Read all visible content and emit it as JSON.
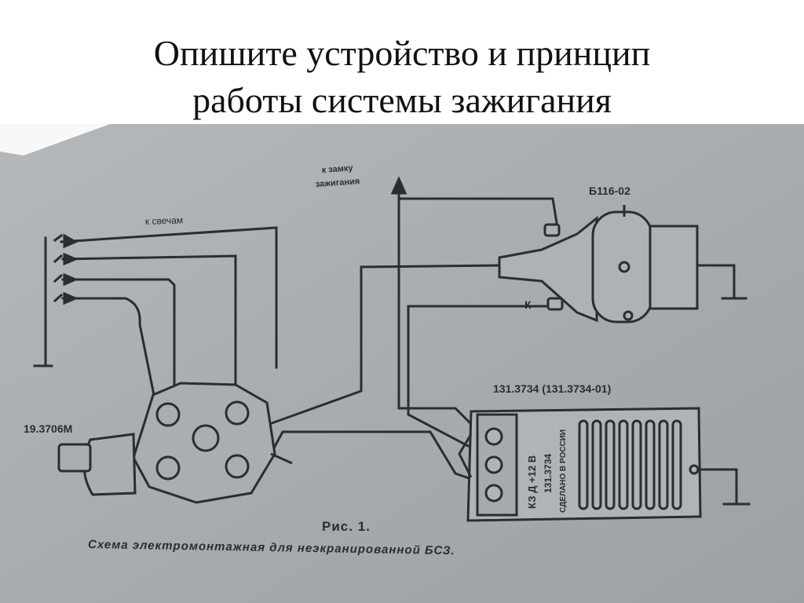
{
  "slide": {
    "title_line1": "Опишите устройство и принцип",
    "title_line2": "работы системы зажигания"
  },
  "diagram": {
    "label_plugs": "к свечам",
    "label_ignition_lock_1": "к замку",
    "label_ignition_lock_2": "зажигания",
    "label_coil": "Б116-02",
    "label_k": "К",
    "label_switch": "131.3734 (131.3734-01)",
    "label_distributor": "19.3706М",
    "switch_terminals": "КЗ  Д  +12 В",
    "switch_model": "131.3734",
    "switch_made_in": "СДЕЛАНО В РОССИИ",
    "caption_fig": "Рис. 1.",
    "caption_text": "Схема электромонтажная для неэкранированной БСЗ."
  },
  "colors": {
    "paper": "#a9adb0",
    "ink": "#2a2d31",
    "background": "#ffffff"
  }
}
